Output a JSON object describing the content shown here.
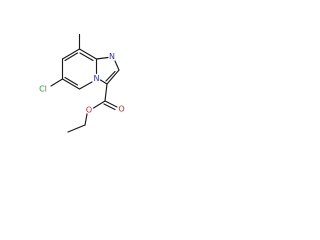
{
  "molecule": {
    "atoms": {
      "cl": {
        "label": "Cl",
        "color": "#2e9e2e"
      },
      "n_imidazole": {
        "label": "N",
        "color": "#2f2fcf"
      },
      "n_bridge": {
        "label": "N",
        "color": "#2f2fcf"
      },
      "o_carbonyl": {
        "label": "O",
        "color": "#d01c1c"
      },
      "o_ester": {
        "label": "O",
        "color": "#d01c1c"
      }
    },
    "bond_color": "#1a1a1a"
  }
}
